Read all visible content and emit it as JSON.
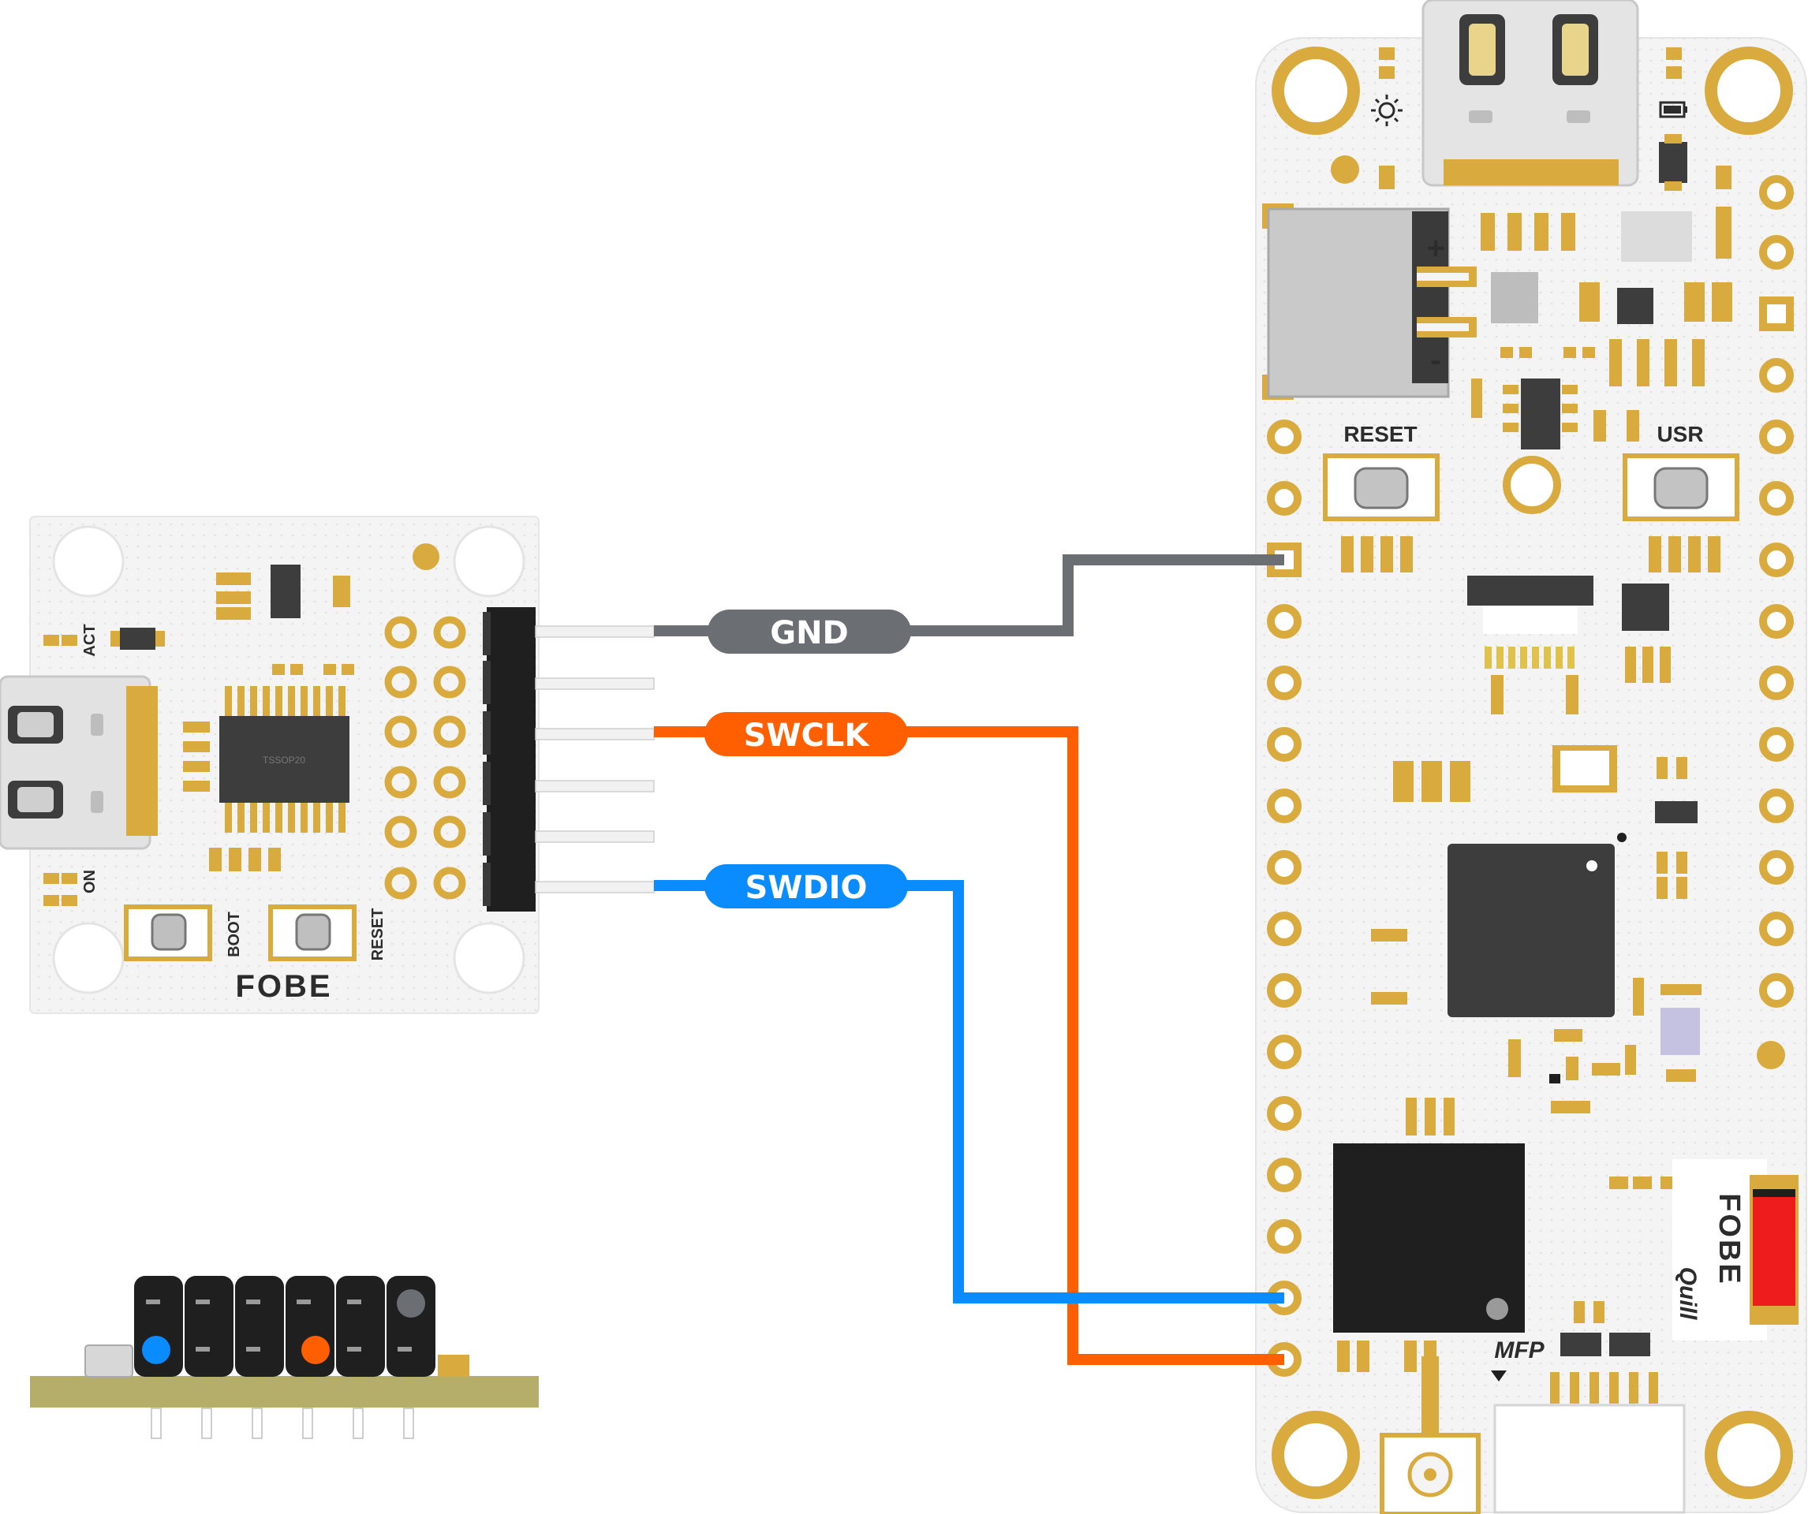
{
  "wires": {
    "gnd": {
      "label": "GND",
      "color": "#6b6e72"
    },
    "swclk": {
      "label": "SWCLK",
      "color": "#ff5f00"
    },
    "swdio": {
      "label": "SWDIO",
      "color": "#0a8cff"
    }
  },
  "probe_board": {
    "chip": "TSSOP20",
    "led_act": "ACT",
    "led_on": "ON",
    "btn_boot": "BOOT",
    "btn_reset": "RESET",
    "logo": "FOBE"
  },
  "target_board": {
    "btn_reset": "RESET",
    "btn_usr": "USR",
    "batt_plus": "+",
    "batt_minus": "-",
    "mfp": "MFP",
    "logo": "FOBE",
    "model": "Quill"
  },
  "colors": {
    "pcb": "#f4f4f4",
    "gold": "#d9ab3e",
    "ic": "#3d3d3d",
    "side_pcb": "#b5ad6a"
  }
}
